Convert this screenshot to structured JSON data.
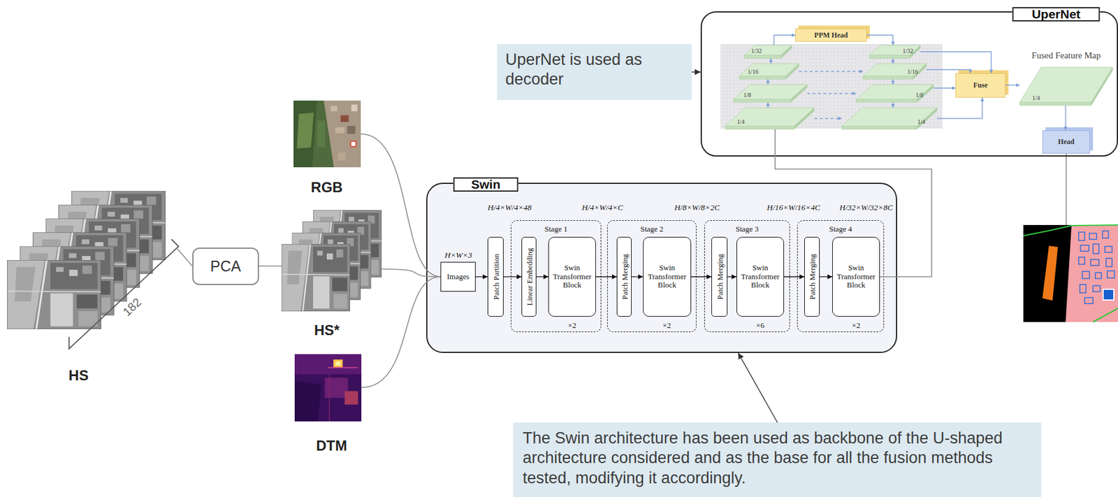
{
  "diagram": {
    "nodes": [
      {
        "text": [
          "HS"
        ]
      },
      {
        "text": [
          "PCA"
        ]
      },
      {
        "text": [
          "RGB"
        ]
      },
      {
        "text": [
          "HS*"
        ]
      },
      {
        "text": [
          "DTM"
        ]
      },
      {
        "text": [
          "Swin"
        ]
      },
      {
        "text": [
          "H×W×3",
          "Images"
        ],
        "in": 5
      },
      {
        "text": [
          "Patch Partition"
        ],
        "in": 5
      },
      {
        "text": [
          "Stage 1",
          "×2"
        ],
        "in": 5
      },
      {
        "text": [
          "Linear Embedding"
        ],
        "in": 8
      },
      {
        "text": [
          "Swin Transformer Block"
        ],
        "in": 8
      },
      {
        "text": [
          "Stage 2",
          "×2"
        ],
        "in": 5
      },
      {
        "text": [
          "Patch Merging"
        ],
        "in": 11
      },
      {
        "text": [
          "Swin Transformer Block"
        ],
        "in": 11
      },
      {
        "text": [
          "Stage 3",
          "×6"
        ],
        "in": 5
      },
      {
        "text": [
          "Patch Merging"
        ],
        "in": 14
      },
      {
        "text": [
          "Swin Transformer Block"
        ],
        "in": 14
      },
      {
        "text": [
          "Stage 4",
          "×2"
        ],
        "in": 5
      },
      {
        "text": [
          "Patch Merging"
        ],
        "in": 17
      },
      {
        "text": [
          "Swin Transformer Block"
        ],
        "in": 17
      },
      {
        "text": [
          "The Swin architecture has been used as backbone of the U-shaped architecture considered and as the base for all the fusion methods tested, modifying it accordingly."
        ]
      },
      {
        "text": [
          "UperNet is used as decoder"
        ]
      },
      {
        "text": [
          "UperNet"
        ]
      },
      {
        "text": [
          "PPM Head"
        ],
        "in": 22
      },
      {
        "text": [
          "1/32"
        ],
        "in": 22
      },
      {
        "text": [
          "1/16"
        ],
        "in": 22
      },
      {
        "text": [
          "1/8"
        ],
        "in": 22
      },
      {
        "text": [
          "1/4"
        ],
        "in": 22
      },
      {
        "text": [
          "1/32"
        ],
        "in": 22
      },
      {
        "text": [
          "1/16"
        ],
        "in": 22
      },
      {
        "text": [
          "1/8"
        ],
        "in": 22
      },
      {
        "text": [
          "1/4"
        ],
        "in": 22
      },
      {
        "text": [
          "Fuse"
        ],
        "in": 22
      },
      {
        "text": [
          "Fused Feature Map",
          "1/4"
        ],
        "in": 22
      },
      {
        "text": [
          "Head"
        ],
        "in": 22
      }
    ],
    "edges": [
      {
        "from": 0,
        "to": 1,
        "arrow": "none"
      },
      {
        "from": 1,
        "to": 3,
        "arrow": "none"
      },
      {
        "from": 2,
        "to": 6,
        "arrow": "none"
      },
      {
        "from": 3,
        "to": 6,
        "arrow": "none"
      },
      {
        "from": 4,
        "to": 6,
        "arrow": "none"
      },
      {
        "from": 6,
        "to": 7,
        "arrow": "to"
      },
      {
        "from": 7,
        "to": 9,
        "arrow": "to"
      },
      {
        "from": 9,
        "to": 10,
        "arrow": "to"
      },
      {
        "from": 10,
        "to": 12,
        "arrow": "to"
      },
      {
        "from": 12,
        "to": 13,
        "arrow": "to"
      },
      {
        "from": 13,
        "to": 15,
        "arrow": "to"
      },
      {
        "from": 15,
        "to": 16,
        "arrow": "to"
      },
      {
        "from": 16,
        "to": 18,
        "arrow": "to"
      },
      {
        "from": 18,
        "to": 19,
        "arrow": "to"
      },
      {
        "from": 19,
        "to": 27,
        "arrow": "none"
      },
      {
        "from": 20,
        "to": 5,
        "arrow": "to"
      },
      {
        "from": 21,
        "to": 22,
        "arrow": "to"
      },
      {
        "from": 24,
        "to": 23,
        "arrow": "to"
      },
      {
        "from": 23,
        "to": 28,
        "arrow": "to"
      },
      {
        "from": 27,
        "to": 26,
        "arrow": "to"
      },
      {
        "from": 26,
        "to": 25,
        "arrow": "to"
      },
      {
        "from": 25,
        "to": 24,
        "arrow": "to"
      },
      {
        "from": 28,
        "to": 29,
        "arrow": "to"
      },
      {
        "from": 29,
        "to": 30,
        "arrow": "to"
      },
      {
        "from": 30,
        "to": 31,
        "arrow": "to"
      },
      {
        "from": 25,
        "to": 29,
        "arrow": "to"
      },
      {
        "from": 26,
        "to": 30,
        "arrow": "to"
      },
      {
        "from": 27,
        "to": 31,
        "arrow": "to"
      },
      {
        "from": 28,
        "to": 32,
        "arrow": "to"
      },
      {
        "from": 29,
        "to": 32,
        "arrow": "to"
      },
      {
        "from": 30,
        "to": 32,
        "arrow": "to"
      },
      {
        "from": 31,
        "to": 32,
        "arrow": "to"
      },
      {
        "from": 32,
        "to": 33,
        "arrow": "to"
      },
      {
        "from": 33,
        "to": 34,
        "arrow": "to"
      }
    ],
    "labels": [
      "182",
      "H/4×W/4×48",
      "H/4×W/4×C",
      "H/8×W/8×2C",
      "H/16×W/16×4C",
      "H/32×W/32×8C"
    ]
  }
}
